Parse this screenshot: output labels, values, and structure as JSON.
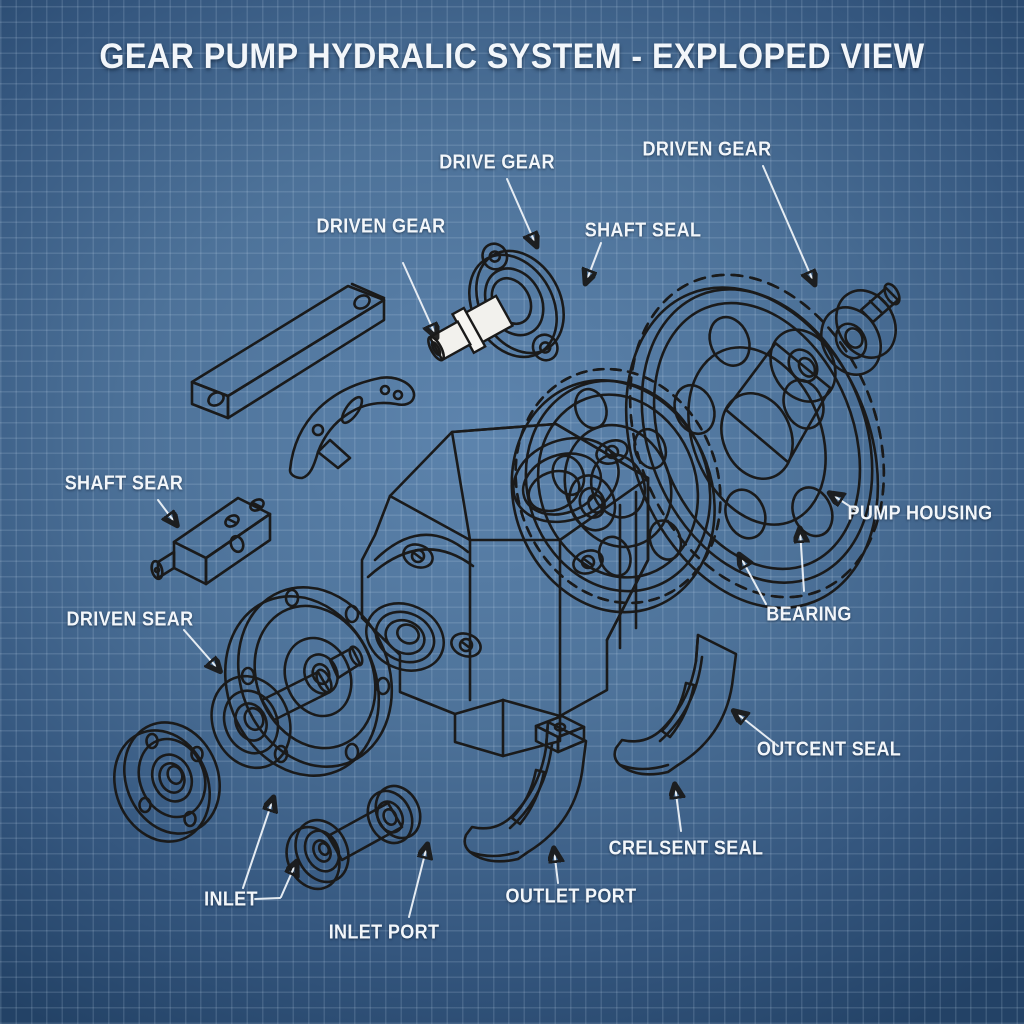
{
  "title": "GEAR PUMP HYDRALIC SYSTEM - EXPLOPED VIEW",
  "callouts": {
    "drive_gear": "DRIVE GEAR",
    "driven_gear_top": "DRIVEN GEAR",
    "driven_gear_left": "DRIVEN GEAR",
    "shaft_seal": "SHAFT SEAL",
    "shaft_sear": "SHAFT SEAR",
    "driven_sear": "DRIVEN SEAR",
    "pump_housing": "PUMP HOUSING",
    "bearing": "BEARING",
    "outcent_seal": "OUTCENT SEAL",
    "crelsent_seal": "CRELSENT SEAL",
    "outlet_port": "OUTLET PORT",
    "inlet": "INLET",
    "inlet_port": "INLET PORT"
  },
  "colors": {
    "background_center": "#5d84ad",
    "background_edge": "#234266",
    "grid_line": "#a8c3de",
    "ink": "#1a1a1a",
    "part_fill": "#f7f6f2",
    "hole_fill": "#b9cfe6",
    "label_text": "#f2f6fa"
  }
}
